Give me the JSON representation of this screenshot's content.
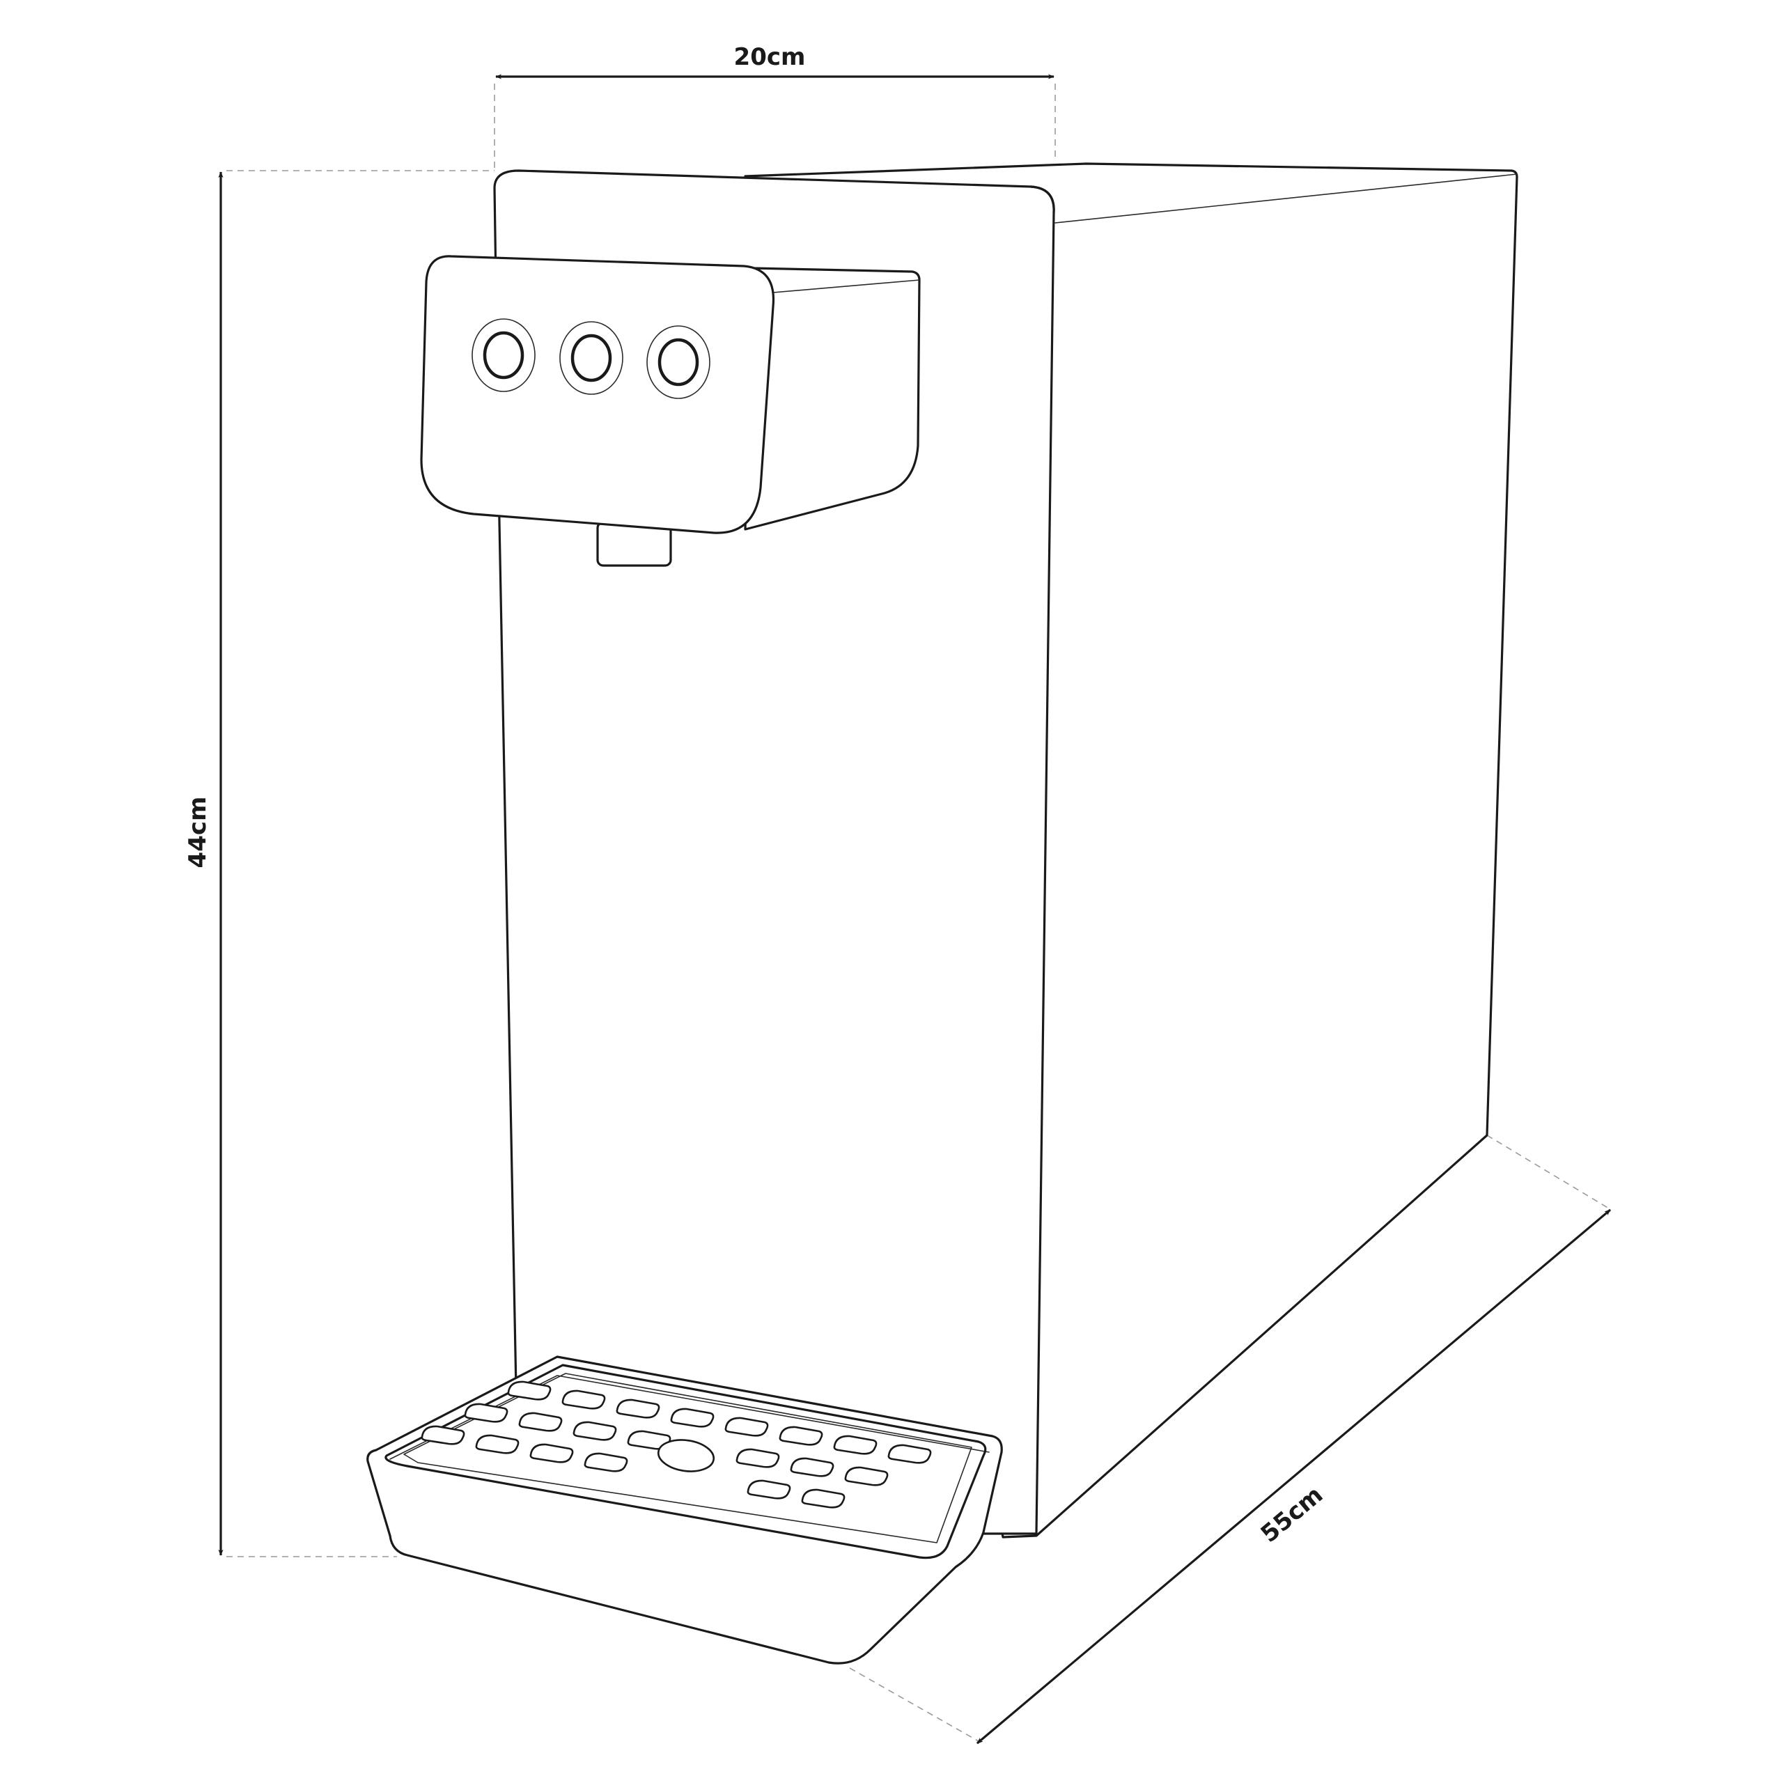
{
  "dimensions": {
    "width_label": "20cm",
    "height_label": "44cm",
    "depth_label": "55cm"
  },
  "device": {
    "name_icon": "water-dispenser-icon",
    "button_count": 3,
    "drip_tray": "grated-drip-tray"
  },
  "colors": {
    "line": "#1a1a1a",
    "extension": "#9a9a9a",
    "background": "#ffffff"
  }
}
